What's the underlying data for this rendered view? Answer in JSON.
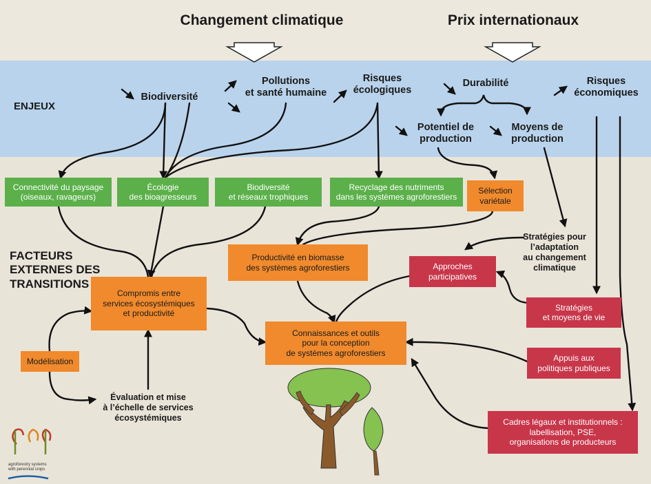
{
  "top": {
    "climate": "Changement climatique",
    "prices": "Prix internationaux"
  },
  "enjeux": {
    "label": "ENJEUX",
    "biodiversite": "Biodiversité",
    "pollutions": "Pollutions\net santé humaine",
    "risques_eco": "Risques\nécologiques",
    "durabilite": "Durabilité",
    "risques_econ": "Risques\néconomiques",
    "potentiel": "Potentiel de\nproduction",
    "moyens": "Moyens de\nproduction"
  },
  "side_label": "FACTEURS\nEXTERNES DES\nTRANSITIONS",
  "green_boxes": {
    "connectivite": "Connectivité du paysage\n(oiseaux, ravageurs)",
    "ecologie": "Écologie\ndes bioagresseurs",
    "biodiv_reseaux": "Biodiversité\net réseaux trophiques",
    "recyclage": "Recyclage des nutriments\ndans les systèmes agroforestiers"
  },
  "orange_boxes": {
    "selection": "Sélection\nvariétale",
    "productivite": "Productivité en biomasse\ndes systèmes agroforestiers",
    "compromis": "Compromis entre\nservices écosystémiques\net productivité",
    "connaissances": "Connaissances et outils\npour  la conception\nde systèmes agroforestiers",
    "modelisation": "Modélisation"
  },
  "red_boxes": {
    "approches": "Approches\nparticipatives",
    "strategies_vie": "Stratégies\net moyens de vie",
    "appuis": "Appuis aux\npolitiques publiques",
    "cadres": "Cadres légaux et institutionnels :\nlabellisation, PSE,\norganisations de producteurs"
  },
  "plain_text": {
    "strategies_adapt": "Stratégies pour\nl’adaptation\nau changement\nclimatique",
    "evaluation": "Évaluation et mise\nà l’échelle de services\nécosystémiques"
  },
  "logo": {
    "letters": "PCP",
    "caption": "agroforestry systems\nwith perennial crops"
  },
  "colors": {
    "band": "#b9d3ec",
    "green": "#5bb04a",
    "orange": "#f08a2c",
    "red": "#c8364a",
    "background": "#e9e4d8"
  }
}
